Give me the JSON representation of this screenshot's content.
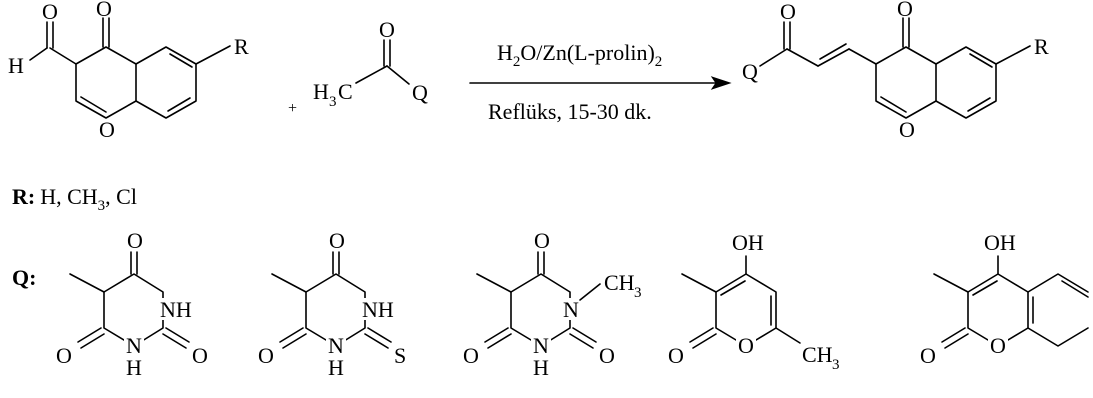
{
  "atoms": {
    "oxygen": "O",
    "hydrogen": "H",
    "r_group": "R",
    "q_group": "Q",
    "sulfur": "S",
    "methyl_c": "CH",
    "nh": "NH",
    "hydroxyl": "OH",
    "h3c_prefix": "H",
    "h3c_c": "C",
    "n": "N",
    "sub3": "3"
  },
  "reagent": {
    "plus": "+",
    "condition_top_main": "H",
    "condition_top_sub1": "2",
    "condition_top_rest": "O/Zn(L-prolin)",
    "condition_top_sub2": "2",
    "condition_bottom": "Reflüks, 15-30 dk."
  },
  "r_legend": {
    "label": "R:",
    "values_a": "H, CH",
    "sub": "3",
    "values_b": ", Cl"
  },
  "q_legend": {
    "label": "Q:"
  }
}
